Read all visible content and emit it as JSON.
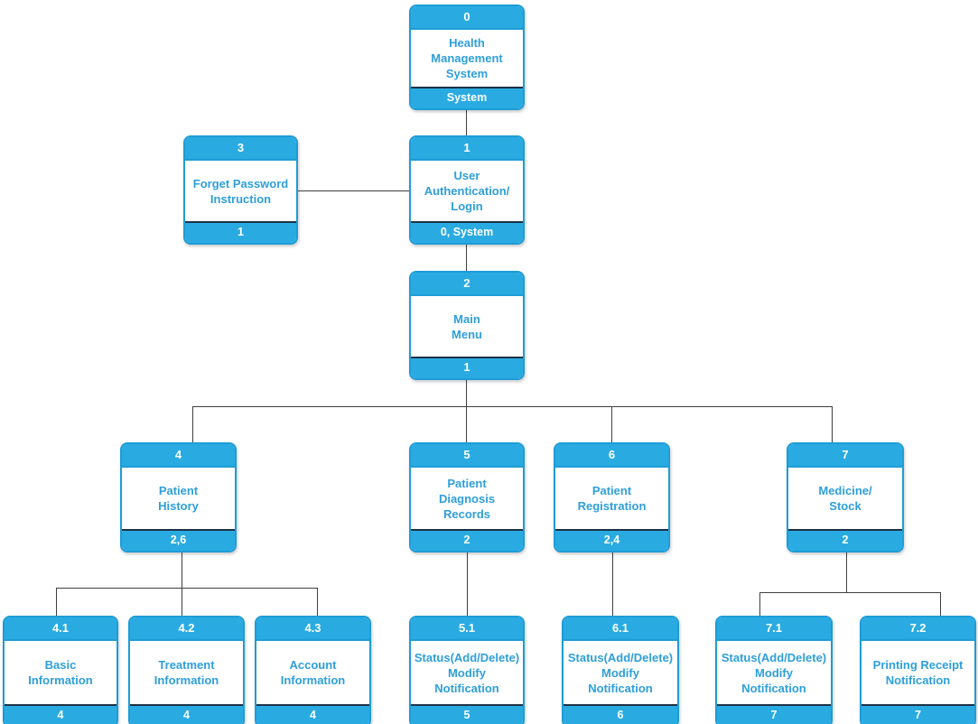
{
  "diagram": {
    "type": "functional-decomposition-chart",
    "colors": {
      "node_fill": "#29abe2",
      "node_border": "#1e9cd7",
      "title_text": "#2e9fda",
      "header_text": "#ffffff",
      "footer_divider": "#1d3245",
      "connector": "#3f3f3f",
      "background": "#ffffff"
    },
    "nodes": [
      {
        "id": "0",
        "title": "Health\nManagement\nSystem",
        "footer": "System"
      },
      {
        "id": "3",
        "title": "Forget Password\nInstruction",
        "footer": "1"
      },
      {
        "id": "1",
        "title": "User\nAuthentication/\nLogin",
        "footer": "0, System"
      },
      {
        "id": "2",
        "title": "Main\nMenu",
        "footer": "1"
      },
      {
        "id": "4",
        "title": "Patient\nHistory",
        "footer": "2,6"
      },
      {
        "id": "5",
        "title": "Patient\nDiagnosis\nRecords",
        "footer": "2"
      },
      {
        "id": "6",
        "title": "Patient\nRegistration",
        "footer": "2,4"
      },
      {
        "id": "7",
        "title": "Medicine/\nStock",
        "footer": "2"
      },
      {
        "id": "4.1",
        "title": "Basic\nInformation",
        "footer": "4"
      },
      {
        "id": "4.2",
        "title": "Treatment\nInformation",
        "footer": "4"
      },
      {
        "id": "4.3",
        "title": "Account\nInformation",
        "footer": "4"
      },
      {
        "id": "5.1",
        "title": "Status(Add/Delete)\nModify\nNotification",
        "footer": "5"
      },
      {
        "id": "6.1",
        "title": "Status(Add/Delete)\nModify\nNotification",
        "footer": "6"
      },
      {
        "id": "7.1",
        "title": "Status(Add/Delete)\nModify\nNotification",
        "footer": "7"
      },
      {
        "id": "7.2",
        "title": "Printing Receipt\nNotification",
        "footer": "7"
      }
    ]
  }
}
